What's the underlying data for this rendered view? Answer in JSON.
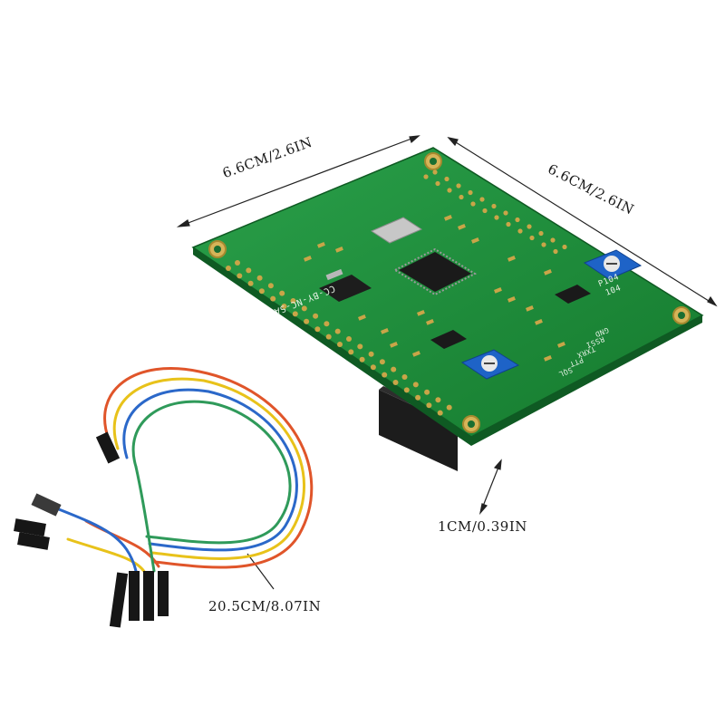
{
  "dimensions": {
    "top_width": "6.6CM/2.6IN",
    "right_depth": "6.6CM/2.6IN",
    "height": "1CM/0.39IN",
    "cable_length": "20.5CM/8.07IN"
  },
  "silkscreen": {
    "header_label": "CC-BY-NC-SA",
    "pot_label_1": "P104",
    "pot_label_2": "104",
    "pin_labels": [
      "PTT",
      "TXRX",
      "RSSI",
      "GND",
      "SQL"
    ]
  },
  "colors": {
    "pcb_green": "#1f8a3a",
    "pcb_dark": "#146b2a",
    "pot_blue": "#1e63c7",
    "wire_colors": [
      "#e0552a",
      "#e8c21a",
      "#2b68c9",
      "#2f9a5a"
    ]
  },
  "icons": [
    "mounting-hole",
    "chip",
    "crystal",
    "potentiometer",
    "dupont-connector"
  ]
}
